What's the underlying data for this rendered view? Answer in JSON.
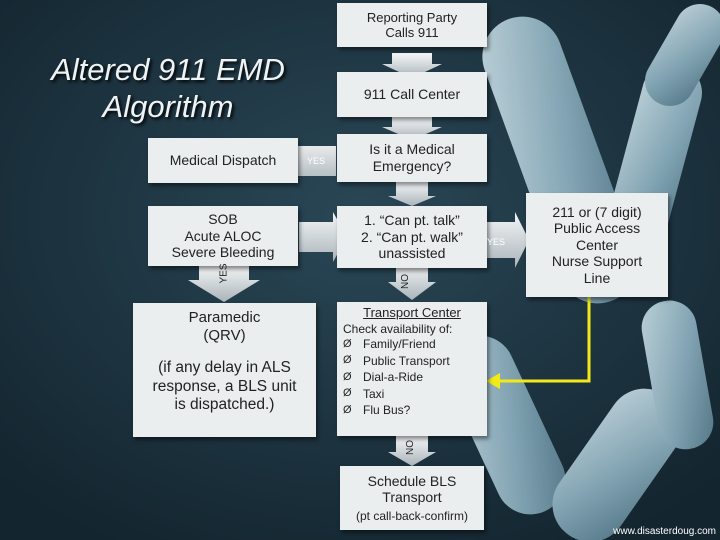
{
  "title_line1": "Altered 911 EMD",
  "title_line2": "Algorithm",
  "boxes": {
    "reporting_party": [
      "Reporting Party",
      "Calls 911"
    ],
    "call_center": "911 Call Center",
    "medical_emergency": [
      "Is it a Medical",
      "Emergency?"
    ],
    "medical_dispatch": "Medical Dispatch",
    "sob": [
      "SOB",
      "Acute ALOC",
      "Severe Bleeding"
    ],
    "talk_walk": [
      "1.  “Can pt. talk”",
      "2.  “Can pt. walk”",
      "unassisted"
    ],
    "nurse_line": [
      "211 or (7 digit)",
      "Public Access",
      "Center",
      "Nurse Support",
      "Line"
    ],
    "paramedic": [
      "Paramedic",
      "(QRV)"
    ],
    "als_note": [
      "(if any delay  in ALS",
      "response, a BLS unit",
      "is dispatched.)"
    ],
    "transport_center": {
      "heading": "Transport Center",
      "intro": "Check availability of:",
      "bullet": "Ø",
      "items": [
        "Family/Friend",
        "Public Transport",
        "Dial-a-Ride",
        "Taxi",
        "Flu Bus?"
      ]
    },
    "schedule_bls": [
      "Schedule BLS",
      "Transport",
      "(pt call-back-confirm)"
    ]
  },
  "labels": {
    "yes_dispatch": "YES",
    "yes_sob": "YES",
    "no_talk": "NO",
    "yes_nurse": "YES",
    "no_transport": "NO"
  },
  "credit": "www.disasterdoug.com",
  "colors": {
    "background": "#1c3340",
    "box": "#eaeeef",
    "arrow": "#d8dde0",
    "feedback_arrow": "#f2ea17"
  }
}
